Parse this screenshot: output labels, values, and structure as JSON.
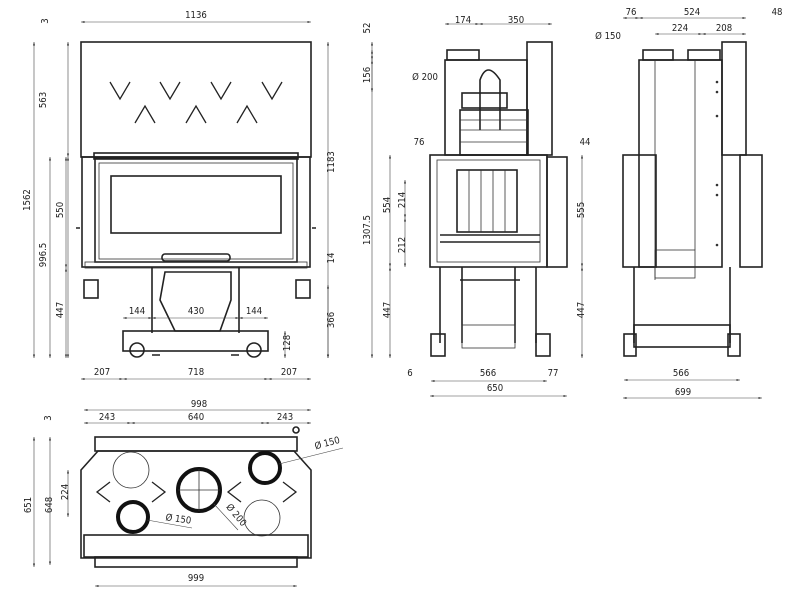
{
  "title": "Fireplace insert dimensional drawing",
  "front_view": {
    "width_total": "1136",
    "top_gap": "3",
    "hood_height": "563",
    "height_total": "1562",
    "door_height": "550",
    "door_top_height": "996.5",
    "base_to_door": "447",
    "side_height": "1183",
    "step": "14",
    "leg_height": "366",
    "base_height": "128",
    "base_inner_left": "144",
    "base_inner_mid": "430",
    "base_inner_right": "144",
    "bottom_left": "207",
    "bottom_mid": "718",
    "bottom_right": "207"
  },
  "side_view": {
    "top_cap": "52",
    "collar": "156",
    "height_total": "1307.5",
    "firebox_height": "554",
    "upper_split": "214",
    "lower_split": "212",
    "base_to_firebox": "447",
    "flue_offset": "174",
    "flue_to_back": "350",
    "flue_diameter": "Ø 200",
    "front_offset": "76",
    "back_offset": "44",
    "right_height": "555",
    "right_base": "447",
    "left_gap": "6",
    "feet_span": "566",
    "right_gap": "77",
    "depth_total": "650"
  },
  "back_view": {
    "left_offset": "76",
    "mid_width": "524",
    "right_offset": "48",
    "duct_span": "224",
    "duct_right": "208",
    "duct_diameter": "Ø 150",
    "feet_span": "566",
    "width_total": "699"
  },
  "top_view": {
    "width_top": "998",
    "left_offset": "243",
    "center_span": "640",
    "right_offset": "243",
    "top_gap": "3",
    "depth_total": "651",
    "depth_inner": "648",
    "duct_spacing": "224",
    "duct_right_diameter": "Ø 150",
    "duct_left_diameter": "Ø 150",
    "flue_diameter": "Ø 200",
    "width_bottom": "999"
  }
}
